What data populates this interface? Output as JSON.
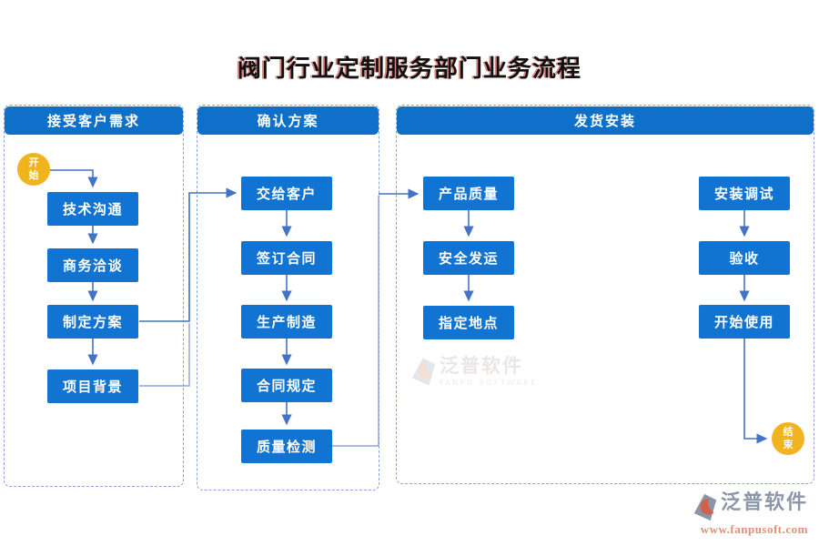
{
  "title": "阀门行业定制服务部门业务流程",
  "lanes": [
    {
      "header": "接受客户需求",
      "nodes": [
        "技术沟通",
        "商务洽谈",
        "制定方案",
        "项目背景"
      ]
    },
    {
      "header": "确认方案",
      "nodes": [
        "交给客户",
        "签订合同",
        "生产制造",
        "合同规定",
        "质量检测"
      ]
    },
    {
      "header": "发货安装",
      "nodes": [
        "产品质量",
        "安全发运",
        "指定地点",
        "安装调试",
        "验收",
        "开始使用"
      ]
    }
  ],
  "terminals": {
    "start": "开始",
    "end": "结束"
  },
  "watermark": {
    "brand": "泛普软件",
    "brand_en": "FANPU SOFTWARE"
  },
  "footer": {
    "brand": "泛普软件",
    "website": "www.fanpusoft.com"
  },
  "colors": {
    "node_fill": "#1274d2",
    "header_fill": "#0e70c8",
    "terminal_fill": "#f0b41e",
    "connector": "#4472c4",
    "connector_light": "#8da3d6",
    "lane_border": "#8aa3d8",
    "footer_brand": "#8b96a8",
    "footer_url": "#e0907a"
  }
}
